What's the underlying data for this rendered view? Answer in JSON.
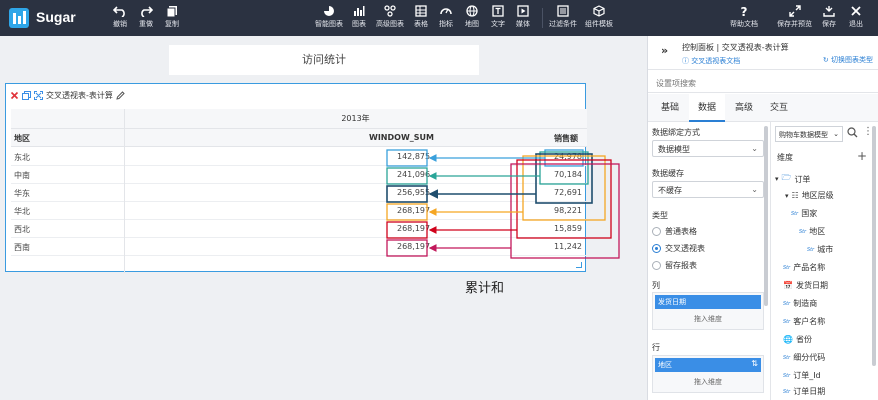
{
  "app": {
    "brand": "Sugar"
  },
  "toolbar": {
    "undo": "撤销",
    "redo": "重做",
    "copy": "复制",
    "smart_chart": "智能图表",
    "chart": "图表",
    "advanced_chart": "高级图表",
    "table": "表格",
    "indicator": "指标",
    "map": "地图",
    "text": "文字",
    "media": "媒体",
    "filter": "过滤条件",
    "component_template": "组件模板",
    "help": "帮助文档",
    "save_preview": "保存并预览",
    "save": "保存",
    "exit": "退出"
  },
  "canvas": {
    "title_card": "访问统计",
    "widget_title": "交叉透视表-表计算",
    "table": {
      "year_header": "2013年",
      "col_region": "地区",
      "col_window_sum": "WINDOW_SUM",
      "col_sales": "销售额",
      "rows": [
        {
          "region": "东北",
          "window_sum": "142,875",
          "sales": "24,978"
        },
        {
          "region": "中南",
          "window_sum": "241,096",
          "sales": "70,184"
        },
        {
          "region": "华东",
          "window_sum": "256,955",
          "sales": "72,691"
        },
        {
          "region": "华北",
          "window_sum": "268,197",
          "sales": "98,221"
        },
        {
          "region": "西北",
          "window_sum": "268,197",
          "sales": "15,859"
        },
        {
          "region": "西南",
          "window_sum": "268,197",
          "sales": "11,242"
        }
      ]
    },
    "annotation_caption": "累计和",
    "colors": {
      "row1": "#3aa0dc",
      "row2": "#2aa598",
      "row3": "#1f4e6e",
      "row4": "#f5a623",
      "row5": "#d0021b",
      "row6": "#c2185b"
    }
  },
  "panel": {
    "header_title": "控制面板 | 交叉透视表-表计算",
    "doc_link": "交叉透视表文档",
    "switch_link": "切换图表类型",
    "search_placeholder": "设置项搜索",
    "tabs": [
      "基础",
      "数据",
      "高级",
      "交互"
    ],
    "binding_label": "数据绑定方式",
    "binding_value": "数据模型",
    "cache_label": "数据缓存",
    "cache_value": "不缓存",
    "type_label": "类型",
    "types": [
      "普通表格",
      "交叉透视表",
      "留存报表"
    ],
    "selected_type": "交叉透视表",
    "column_label": "列",
    "column_field": "发货日期",
    "drop_hint": "拖入维度",
    "row_label": "行",
    "row_field": "地区",
    "dataset": "购物车数据模型",
    "dimension_label": "维度",
    "tree": {
      "order": "订单",
      "region_level": "地区层级",
      "country": "国家",
      "area": "地区",
      "city": "城市",
      "product_name": "产品名称",
      "ship_date": "发货日期",
      "manufacturer": "制造商",
      "customer_name": "客户名称",
      "province": "省份",
      "segment_code": "细分代码",
      "order_id": "订单_Id",
      "order_date": "订单日期"
    },
    "str_tag": "Str"
  }
}
